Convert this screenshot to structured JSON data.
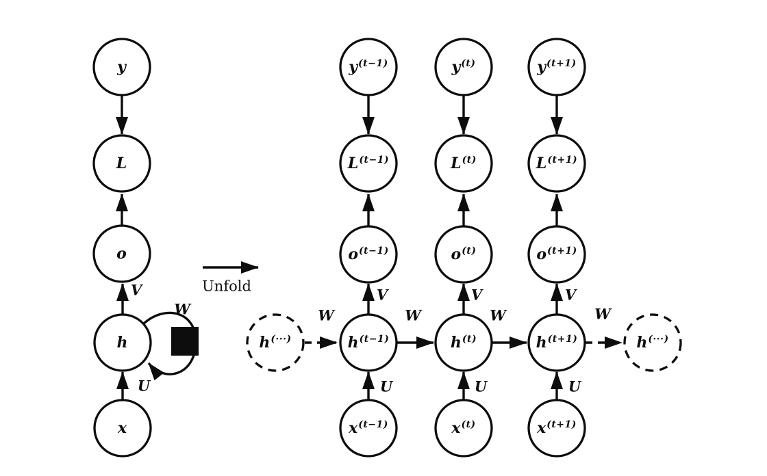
{
  "colors": {
    "ink": "#0d0d0d",
    "background": "#ffffff"
  },
  "unfold": {
    "label": "Unfold"
  },
  "folded": {
    "nodes": {
      "y": {
        "base": "y",
        "sup": ""
      },
      "L": {
        "base": "L",
        "sup": ""
      },
      "o": {
        "base": "o",
        "sup": ""
      },
      "h": {
        "base": "h",
        "sup": ""
      },
      "x": {
        "base": "x",
        "sup": ""
      }
    },
    "weights": {
      "V": "V",
      "U": "U",
      "W": "W"
    }
  },
  "unfolded": {
    "ghost_left": {
      "base": "h",
      "sup": "(···)"
    },
    "ghost_right": {
      "base": "h",
      "sup": "(···)"
    },
    "columns": [
      {
        "y": {
          "base": "y",
          "sup": "(t−1)"
        },
        "L": {
          "base": "L",
          "sup": "(t−1)"
        },
        "o": {
          "base": "o",
          "sup": "(t−1)"
        },
        "h": {
          "base": "h",
          "sup": "(t−1)"
        },
        "x": {
          "base": "x",
          "sup": "(t−1)"
        },
        "V": "V",
        "U": "U"
      },
      {
        "y": {
          "base": "y",
          "sup": "(t)"
        },
        "L": {
          "base": "L",
          "sup": "(t)"
        },
        "o": {
          "base": "o",
          "sup": "(t)"
        },
        "h": {
          "base": "h",
          "sup": "(t)"
        },
        "x": {
          "base": "x",
          "sup": "(t)"
        },
        "V": "V",
        "U": "U"
      },
      {
        "y": {
          "base": "y",
          "sup": "(t+1)"
        },
        "L": {
          "base": "L",
          "sup": "(t+1)"
        },
        "o": {
          "base": "o",
          "sup": "(t+1)"
        },
        "h": {
          "base": "h",
          "sup": "(t+1)"
        },
        "x": {
          "base": "x",
          "sup": "(t+1)"
        },
        "V": "V",
        "U": "U"
      }
    ],
    "w_labels": [
      "W",
      "W",
      "W",
      "W"
    ]
  }
}
